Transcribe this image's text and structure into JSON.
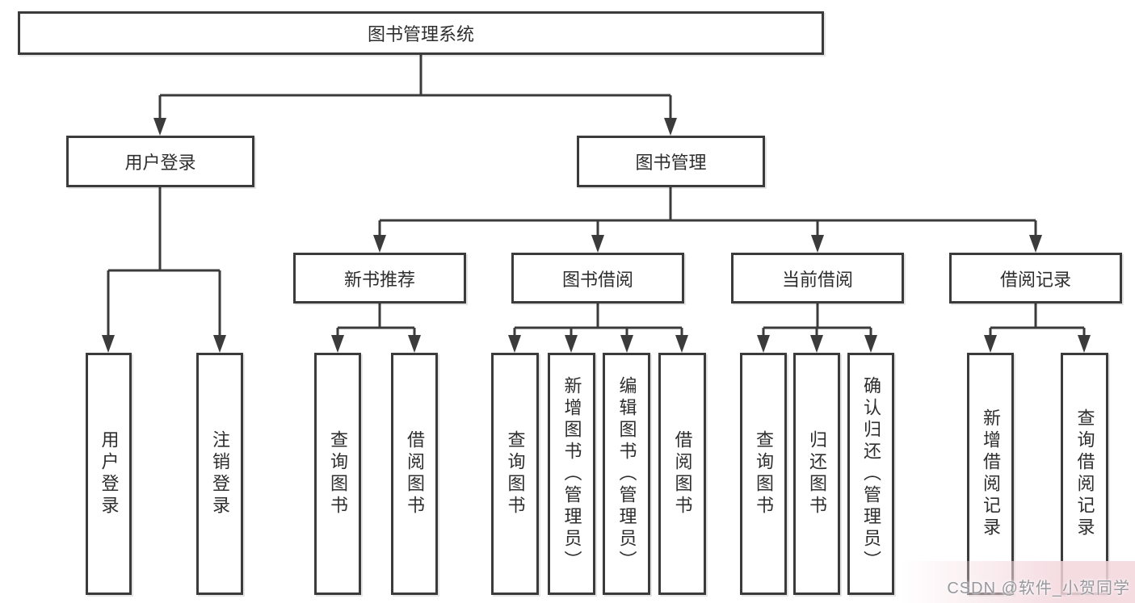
{
  "diagram": {
    "root": "图书管理系统",
    "level1": [
      "用户登录",
      "图书管理"
    ],
    "level2": [
      "新书推荐",
      "图书借阅",
      "当前借阅",
      "借阅记录"
    ],
    "leaves": {
      "login": [
        "用户登录",
        "注销登录"
      ],
      "recommend": [
        "查询图书",
        "借阅图书"
      ],
      "borrow": [
        "查询图书",
        "新增图书（管理员）",
        "编辑图书（管理员）",
        "借阅图书"
      ],
      "current": [
        "查询图书",
        "归还图书",
        "确认归还（管理员）"
      ],
      "records": [
        "新增借阅记录",
        "查询借阅记录"
      ]
    }
  },
  "watermark": {
    "text": "CSDN @软件_小贺同学"
  },
  "colors": {
    "line": "#3b3b3b",
    "text": "#2e2e2e",
    "box_background": "#ffffff",
    "watermark_text": "#97979d",
    "watermark_tint": "#f3d6dc"
  }
}
